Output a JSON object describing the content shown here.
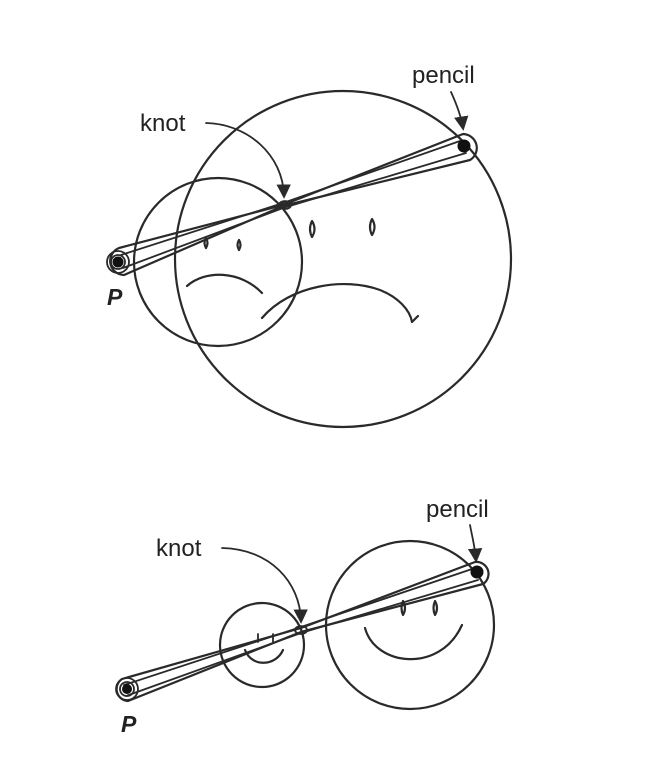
{
  "top_figure": {
    "labels": {
      "knot": "knot",
      "pencil": "pencil",
      "point": "P"
    }
  },
  "bottom_figure": {
    "labels": {
      "knot": "knot",
      "pencil": "pencil",
      "point": "P"
    }
  },
  "colors": {
    "ink": "#2a2a2a",
    "background": "#ffffff"
  }
}
